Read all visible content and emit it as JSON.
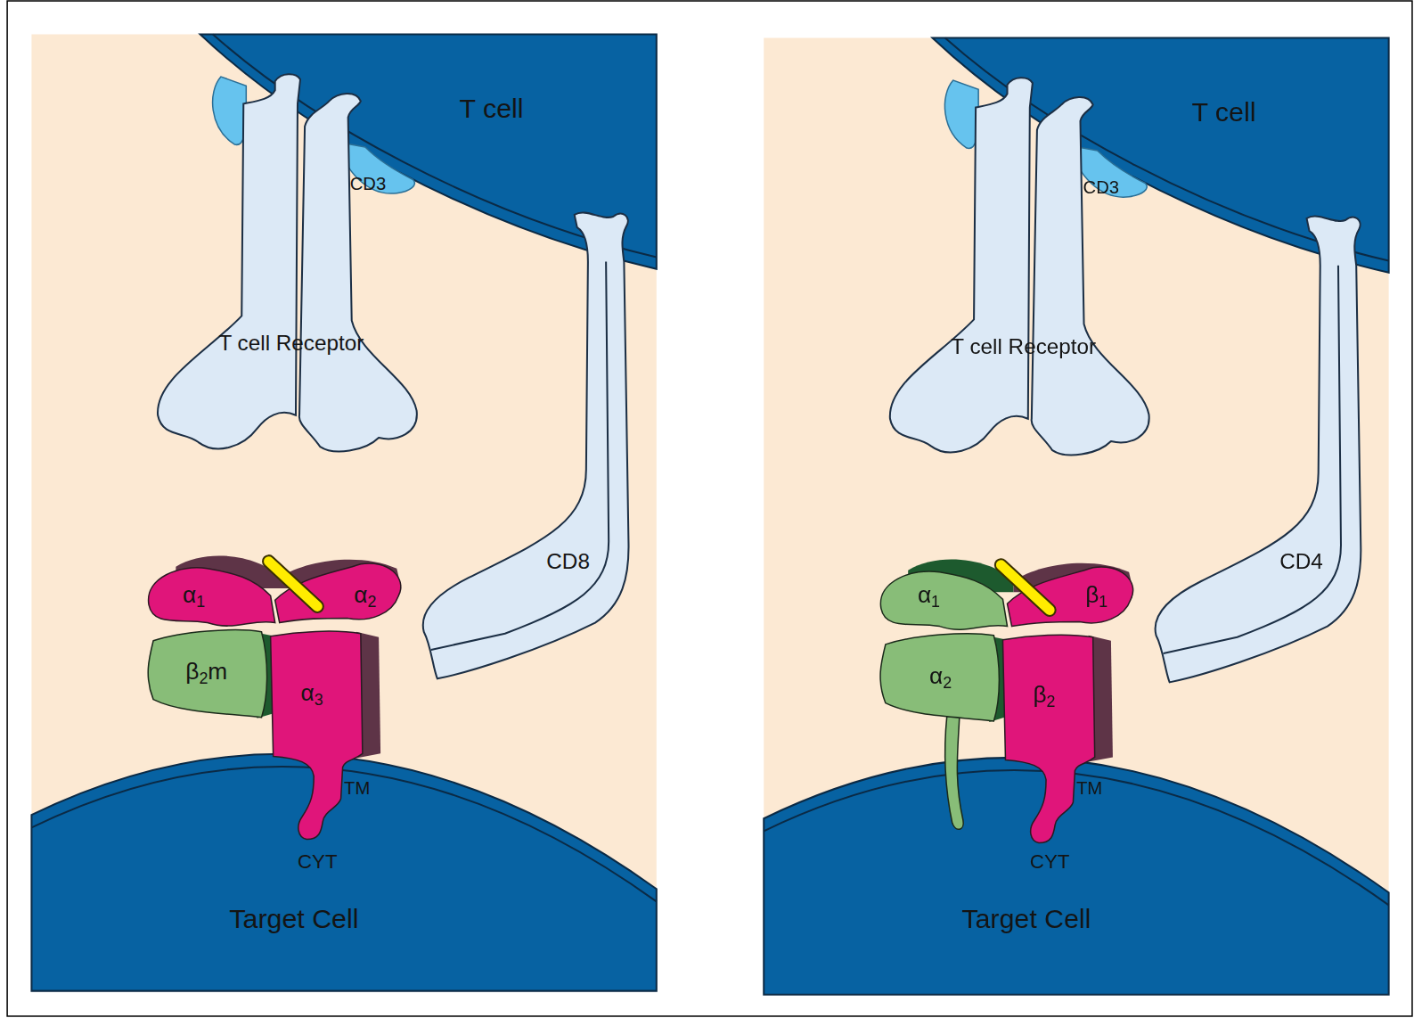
{
  "diagram": {
    "nodes": [
      {
        "text": [
          "T cell"
        ]
      },
      {
        "text": [
          "CD3"
        ]
      },
      {
        "text": [
          "T cell Receptor"
        ]
      },
      {
        "text": [
          "CD8"
        ]
      },
      {
        "text": [
          "α1"
        ]
      },
      {
        "text": [
          "α2"
        ]
      },
      {
        "text": [
          "β2m"
        ]
      },
      {
        "text": [
          "α3"
        ]
      },
      {
        "text": [
          "Target Cell"
        ]
      },
      {
        "text": [
          "T cell"
        ]
      },
      {
        "text": [
          "CD3"
        ]
      },
      {
        "text": [
          "T cell Receptor"
        ]
      },
      {
        "text": [
          "CD4"
        ]
      },
      {
        "text": [
          "α1"
        ]
      },
      {
        "text": [
          "β1"
        ]
      },
      {
        "text": [
          "α2"
        ]
      },
      {
        "text": [
          "β2"
        ]
      },
      {
        "text": [
          "Target Cell"
        ]
      }
    ],
    "labels": [
      "TM",
      "CYT",
      "TM",
      "CYT"
    ]
  }
}
